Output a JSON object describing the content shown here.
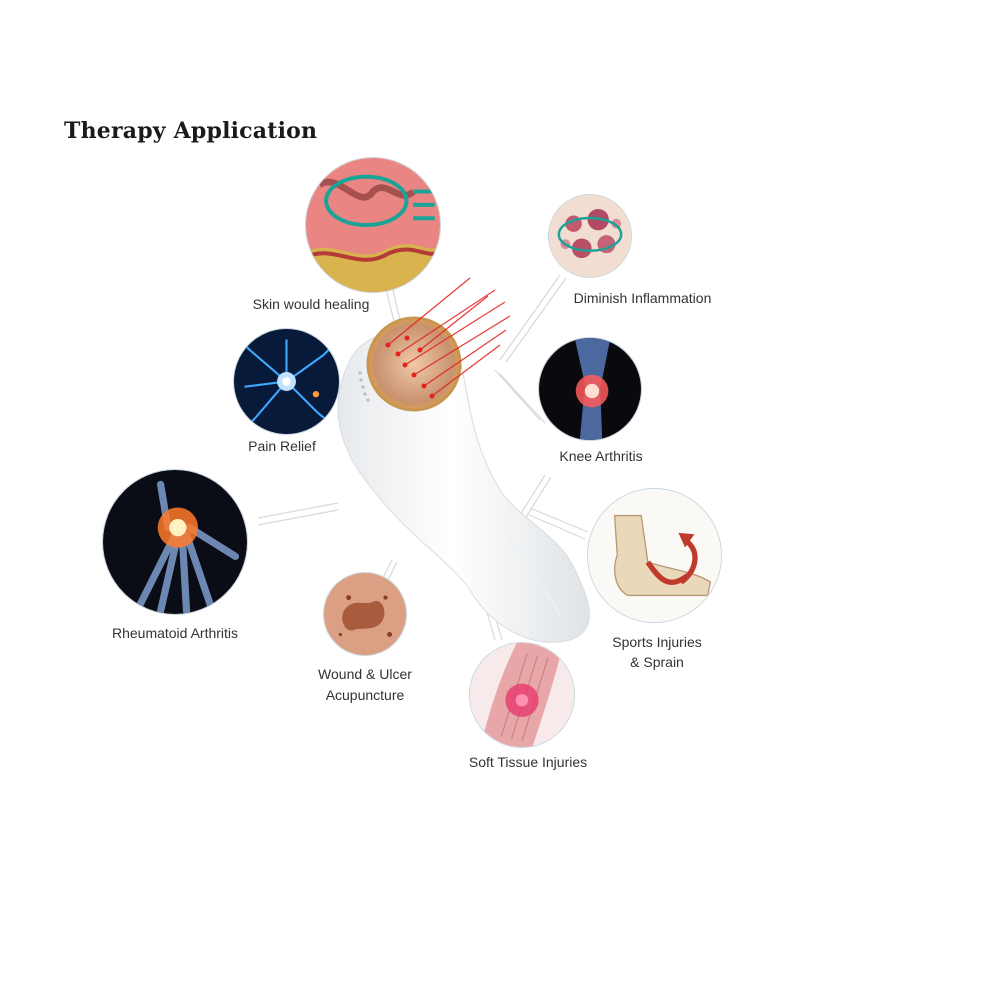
{
  "title": "Therapy Application",
  "applications": [
    {
      "label": "Skin would healing"
    },
    {
      "label": "Diminish Inflammation"
    },
    {
      "label": "Pain Relief"
    },
    {
      "label": "Knee Arthritis"
    },
    {
      "label": "Rheumatoid Arthritis"
    },
    {
      "label": "Sports Injuries"
    },
    {
      "label": "& Sprain"
    },
    {
      "label": "Wound & Ulcer"
    },
    {
      "label": "Acupuncture"
    },
    {
      "label": "Soft Tissue Injuries"
    }
  ]
}
